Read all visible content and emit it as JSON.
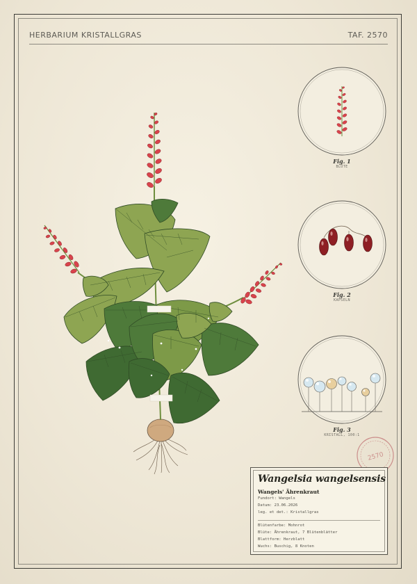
{
  "header": {
    "left": "HERBARIUM KRISTALLGRAS",
    "right": "TAF. 2570"
  },
  "stamp": {
    "text": "2570"
  },
  "figures": [
    {
      "title": "Fig. 1",
      "subtitle": "BLÜTE"
    },
    {
      "title": "Fig. 2",
      "subtitle": "KAPSELN"
    },
    {
      "title": "Fig. 3",
      "subtitle": "KRISTALL, 100:1"
    }
  ],
  "label": {
    "scientific_name": "Wangelsia wangelsensis",
    "common_name": "Wangels' Ährenkraut",
    "lines_top": [
      "Fundort: Wangels",
      "Datum: 23.06.2026",
      "leg. et det.: Kristallgras"
    ],
    "lines_bottom": [
      "Blütenfarbe: Mohnrot",
      "Blüte: Ährenkraut, 7 Blütenblätter",
      "Blattform: Herzblatt",
      "Wuchs: Buschig, 8 Knoten"
    ]
  },
  "colors": {
    "flower_red": "#d9434c",
    "capsule_red": "#8e1f24",
    "leaf_light": "#8ea552",
    "leaf_dark": "#4e7a3a",
    "ink": "#3b3b36"
  }
}
